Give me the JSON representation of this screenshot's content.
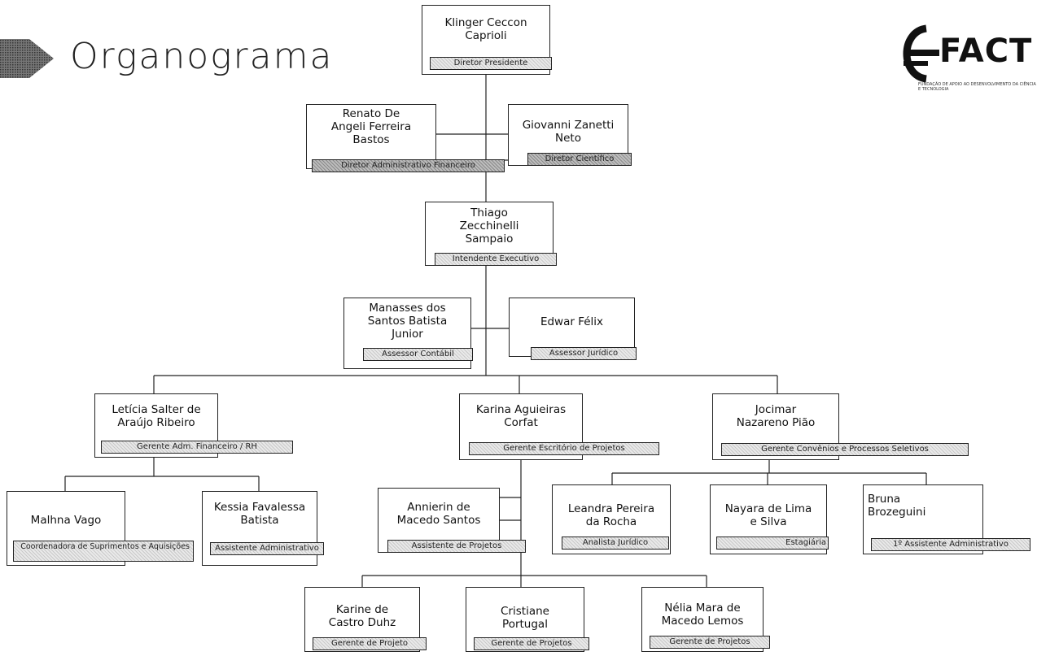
{
  "header": {
    "title": "Organograma",
    "logo": {
      "name": "FACT",
      "tagline": "FUNDAÇÃO DE APOIO AO DESENVOLVIMENTO DA CIÊNCIA E TECNOLOGIA",
      "icon": "fact-logo-icon"
    },
    "arrow_icon": "right-arrow-icon"
  },
  "people": {
    "klinger": {
      "name": "Klinger Ceccon\nCaprioli",
      "role": "Diretor Presidente"
    },
    "renato": {
      "name": "Renato De\nAngeli Ferreira\nBastos",
      "role": "Diretor Administrativo Financeiro"
    },
    "giovanni": {
      "name": "Giovanni Zanetti\nNeto",
      "role": "Diretor Científico"
    },
    "thiago": {
      "name": "Thiago\nZecchinelli\nSampaio",
      "role": "Intendente Executivo"
    },
    "manasses": {
      "name": "Manasses dos\nSantos Batista\nJunior",
      "role": "Assessor Contábil"
    },
    "edwar": {
      "name": "Edwar Félix",
      "role": "Assessor Jurídico"
    },
    "leticia": {
      "name": "Letícia Salter de\nAraújo Ribeiro",
      "role": "Gerente Adm. Financeiro / RH"
    },
    "karina": {
      "name": "Karina Aguieiras\nCorfat",
      "role": "Gerente Escritório de Projetos"
    },
    "jocimar": {
      "name": "Jocimar\nNazareno Pião",
      "role": "Gerente Convênios e Processos Seletivos"
    },
    "malhna": {
      "name": "Malhna Vago",
      "role": "Coordenadora de Suprimentos e Aquisições"
    },
    "kessia": {
      "name": "Kessia Favalessa\nBatista",
      "role": "Assistente Administrativo"
    },
    "annierin": {
      "name": "Annierin de\nMacedo Santos",
      "role": "Assistente de Projetos"
    },
    "leandra": {
      "name": "Leandra Pereira\nda Rocha",
      "role": "Analista Jurídico"
    },
    "nayara": {
      "name": "Nayara de Lima\ne Silva",
      "role": "Estagiária"
    },
    "bruna": {
      "name": "Bruna\nBrozeguini",
      "role": "1º Assistente Administrativo"
    },
    "karine": {
      "name": "Karine de\nCastro Duhz",
      "role": "Gerente de Projeto"
    },
    "cristiane": {
      "name": "Cristiane\nPortugal",
      "role": "Gerente de Projetos"
    },
    "nelia": {
      "name": "Nélia Mara de\nMacedo Lemos",
      "role": "Gerente de Projetos"
    }
  }
}
